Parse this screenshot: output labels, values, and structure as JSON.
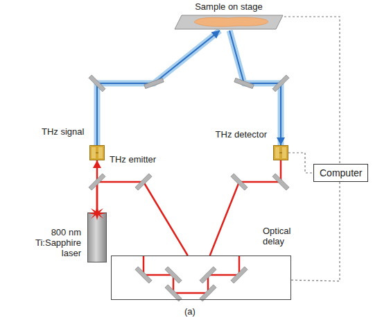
{
  "diagram": {
    "nodes": [
      {
        "text": [
          "Sample on stage"
        ]
      },
      {
        "text": [
          "Computer"
        ]
      },
      {
        "text": [
          "THz emitter"
        ]
      },
      {
        "text": [
          "THz detector"
        ]
      },
      {
        "text": [
          "Optical delay"
        ]
      },
      {
        "text": [
          "800 nm Ti:Sapphire laser"
        ]
      }
    ],
    "edges": [
      {
        "from": 5,
        "to": 2,
        "arrow": "to"
      },
      {
        "from": 5,
        "to": 4,
        "arrow": "none"
      },
      {
        "from": 4,
        "to": 3,
        "arrow": "none"
      },
      {
        "from": 2,
        "to": 0,
        "arrow": "to"
      },
      {
        "from": 0,
        "to": 3,
        "arrow": "to"
      },
      {
        "from": 0,
        "to": 1,
        "arrow": "none"
      },
      {
        "from": 3,
        "to": 1,
        "arrow": "none"
      },
      {
        "from": 4,
        "to": 1,
        "arrow": "none"
      }
    ],
    "labels": [
      "THz signal",
      "(a)"
    ]
  }
}
